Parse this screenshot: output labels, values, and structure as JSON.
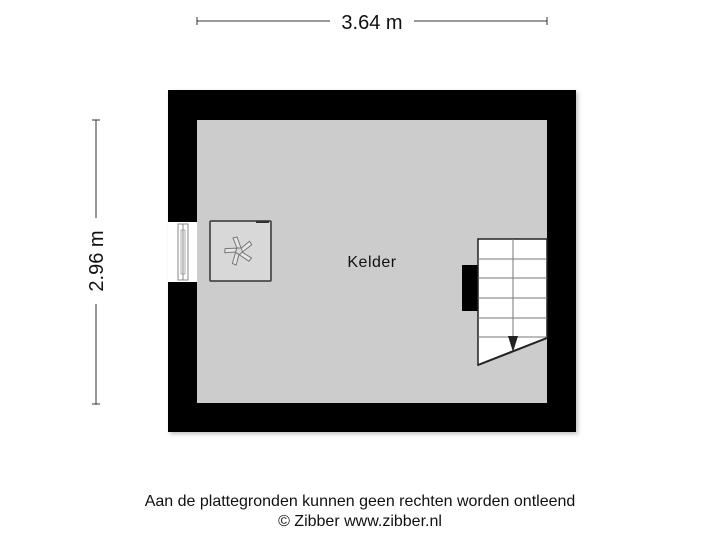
{
  "dimensions": {
    "width_label": "3.64 m",
    "height_label": "2.96 m"
  },
  "room": {
    "name": "Kelder",
    "floor_color": "#cccccc",
    "wall_color": "#000000"
  },
  "fixtures": {
    "fan_unit": "fan-box-icon",
    "window": "window-left-wall",
    "stair": "staircase-down"
  },
  "footer": {
    "disclaimer": "Aan de plattegronden kunnen geen rechten worden ontleend",
    "copyright": "© Zibber www.zibber.nl"
  }
}
